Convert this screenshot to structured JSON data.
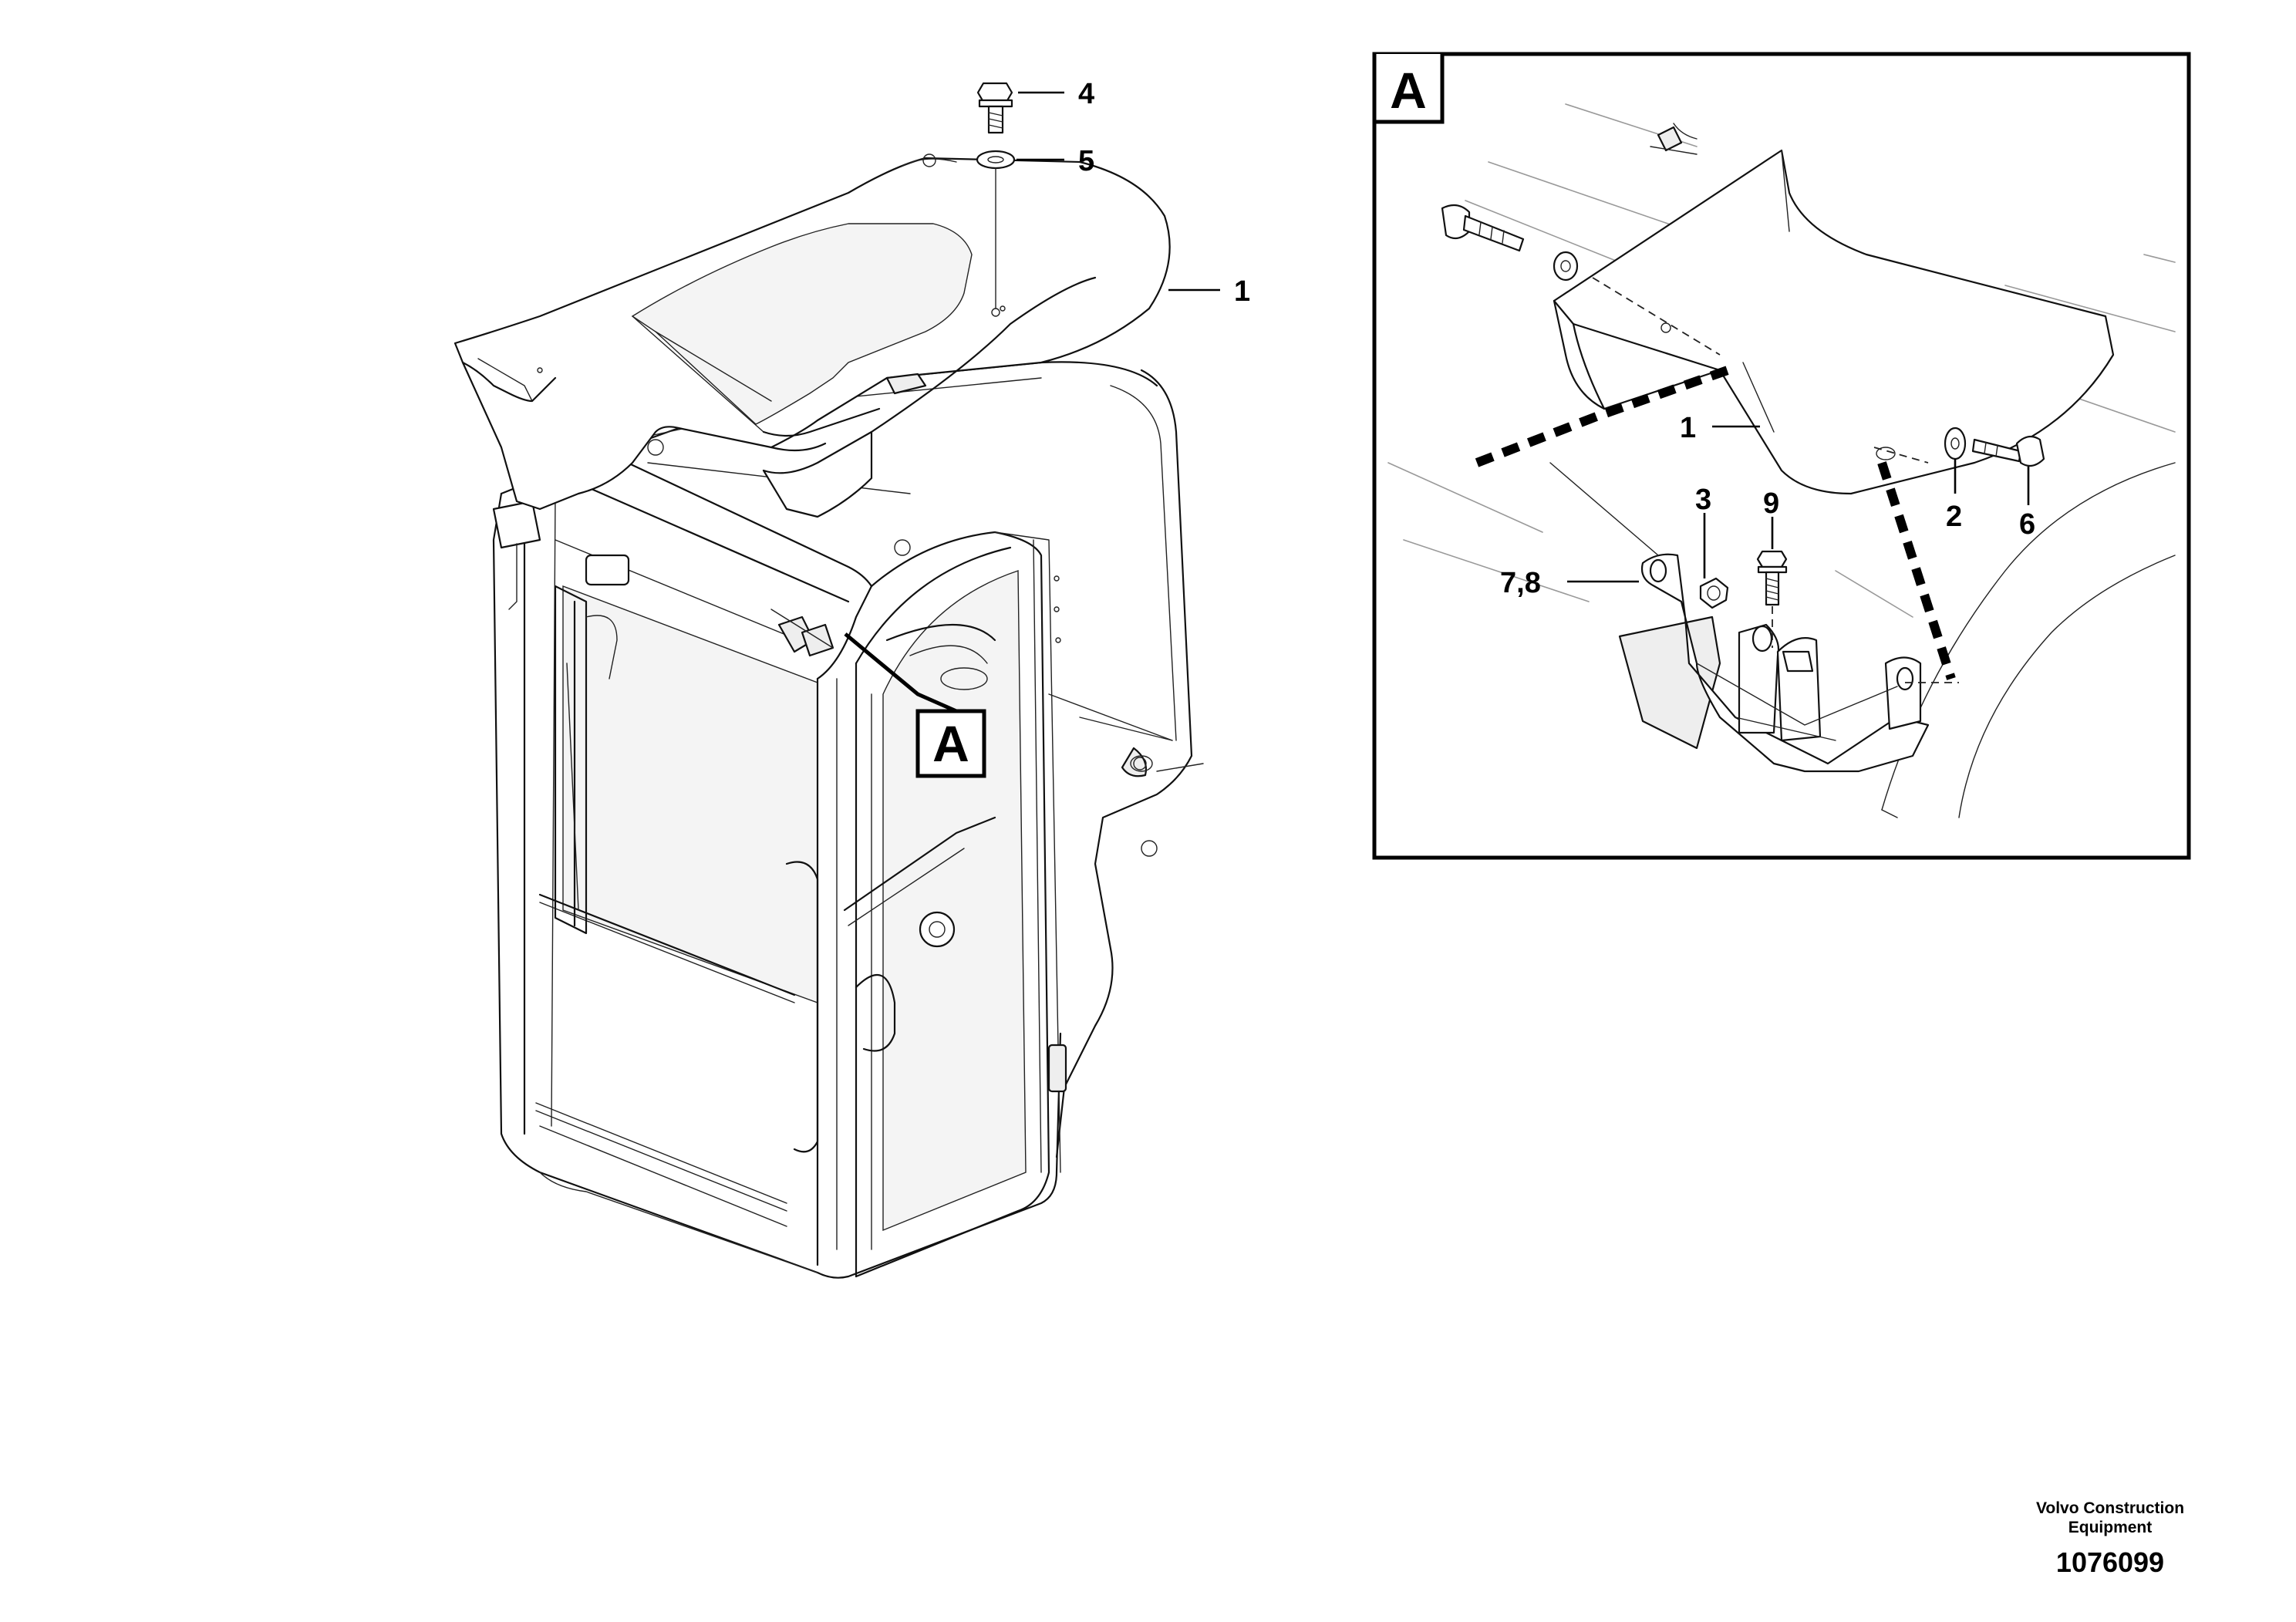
{
  "callouts": {
    "main_cover": "1",
    "main_bolt": "4",
    "main_washer": "5",
    "detail_label": "A",
    "detail_cover": "1",
    "detail_washer": "2",
    "detail_nut": "3",
    "detail_bolt_right": "6",
    "detail_bracket": "7,8",
    "detail_bolt_vertical": "9"
  },
  "footer": {
    "company_line1": "Volvo Construction",
    "company_line2": "Equipment",
    "drawing_number": "1076099"
  }
}
